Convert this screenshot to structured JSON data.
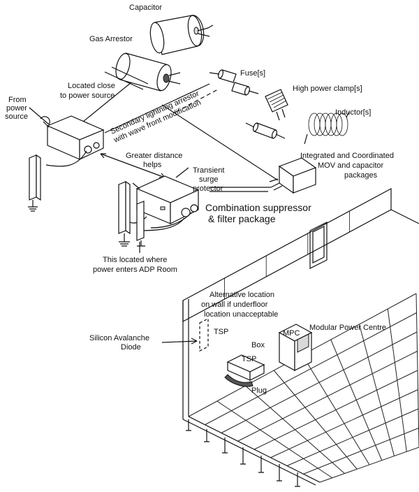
{
  "labels": {
    "capacitor": "Capacitor",
    "gas_arrestor": "Gas Arrestor",
    "fuses": "Fuse[s]",
    "high_power_clamps": "High power clamp[s]",
    "inductors": "Inductor[s]",
    "integrated_line1": "Integrated and Coordinated",
    "integrated_line2": "MOV and capacitor",
    "integrated_line3": "packages",
    "located_close_line1": "Located close",
    "located_close_line2": "to power source",
    "from_power_line1": "From",
    "from_power_line2": "power",
    "from_power_line3": "source",
    "secondary_line1": "Secondary lightning arrestor",
    "secondary_line2": "with wave front modification",
    "greater_distance_line1": "Greater distance",
    "greater_distance_line2": "helps",
    "tsp_line1": "Transient",
    "tsp_line2": "surge",
    "tsp_line3": "protector",
    "combination_line1": "Combination suppressor",
    "combination_line2": "& filter package",
    "adp_line1": "This located where",
    "adp_line2": "power enters ADP Room",
    "alternative_line1": "Alternative location",
    "alternative_line2": "on wall if underfloor",
    "alternative_line3": "location unacceptable",
    "silicon_line1": "Silicon Avalanche",
    "silicon_line2": "Diode",
    "tsp_wall": "TSP",
    "tsp_box": "TSP",
    "box": "Box",
    "plug": "Plug",
    "mpc": "MPC",
    "modular_power_centre": "Modular Power Centre"
  }
}
